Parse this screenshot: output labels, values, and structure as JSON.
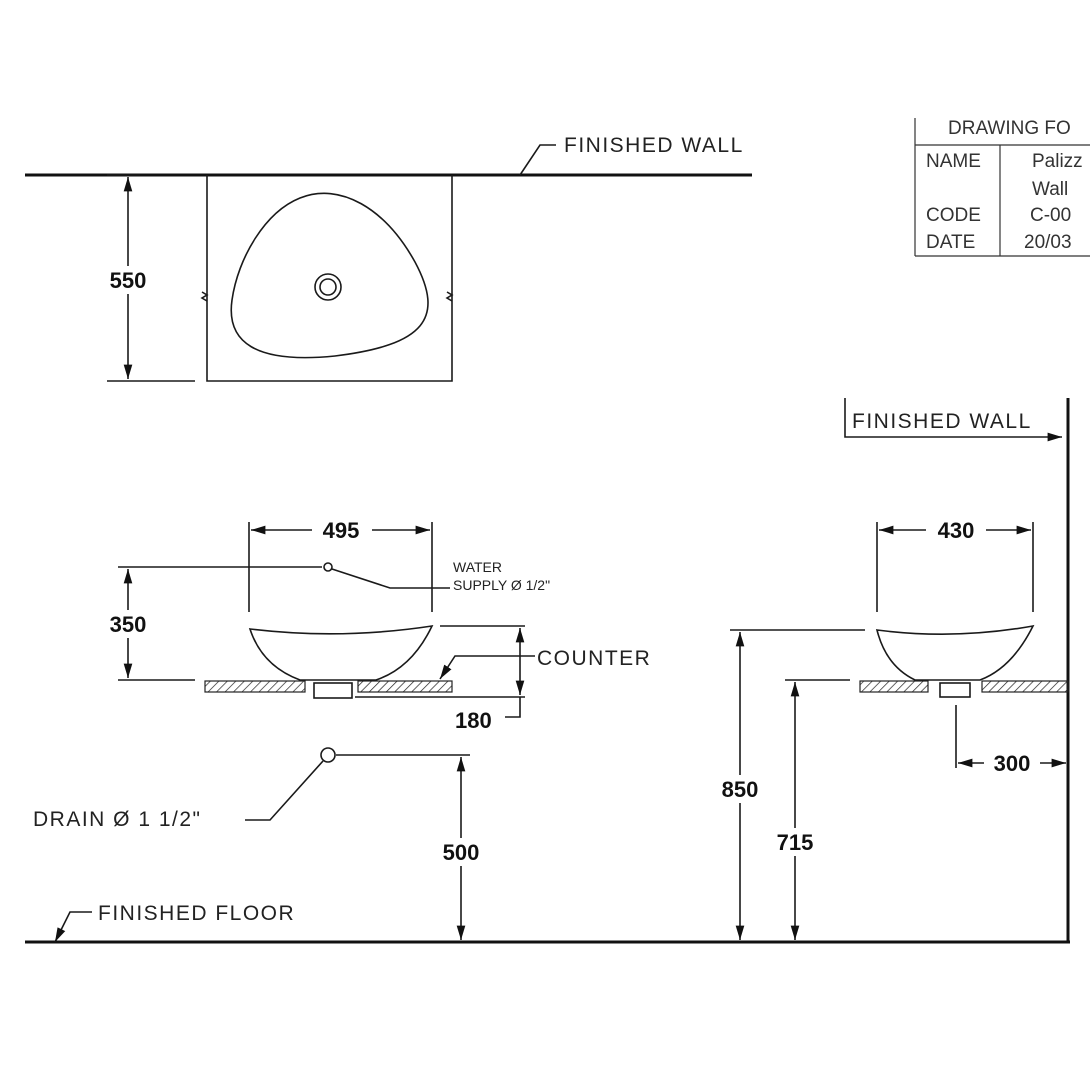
{
  "title_block": {
    "header": "DRAWING FO",
    "rows": [
      {
        "label": "NAME",
        "value": "Palizz"
      },
      {
        "label": "",
        "value": "Wall"
      },
      {
        "label": "CODE",
        "value": "C-00"
      },
      {
        "label": "DATE",
        "value": "20/03"
      }
    ]
  },
  "plan_view": {
    "wall_label": "FINISHED WALL",
    "depth_dim": "550"
  },
  "front_view": {
    "width_dim": "495",
    "water_supply_line1": "WATER",
    "water_supply_line2": "SUPPLY Ø 1/2\"",
    "supply_height_dim": "350",
    "counter_label": "COUNTER",
    "basin_height_dim": "180",
    "drain_label": "DRAIN Ø 1 1/2\"",
    "drain_height_dim": "500",
    "floor_label": "FINISHED FLOOR"
  },
  "side_view": {
    "wall_label": "FINISHED WALL",
    "width_dim": "430",
    "rim_height_dim": "850",
    "counter_height_dim": "715",
    "wall_offset_dim": "300"
  },
  "colors": {
    "line": "#1a1a1a",
    "background": "#ffffff"
  }
}
